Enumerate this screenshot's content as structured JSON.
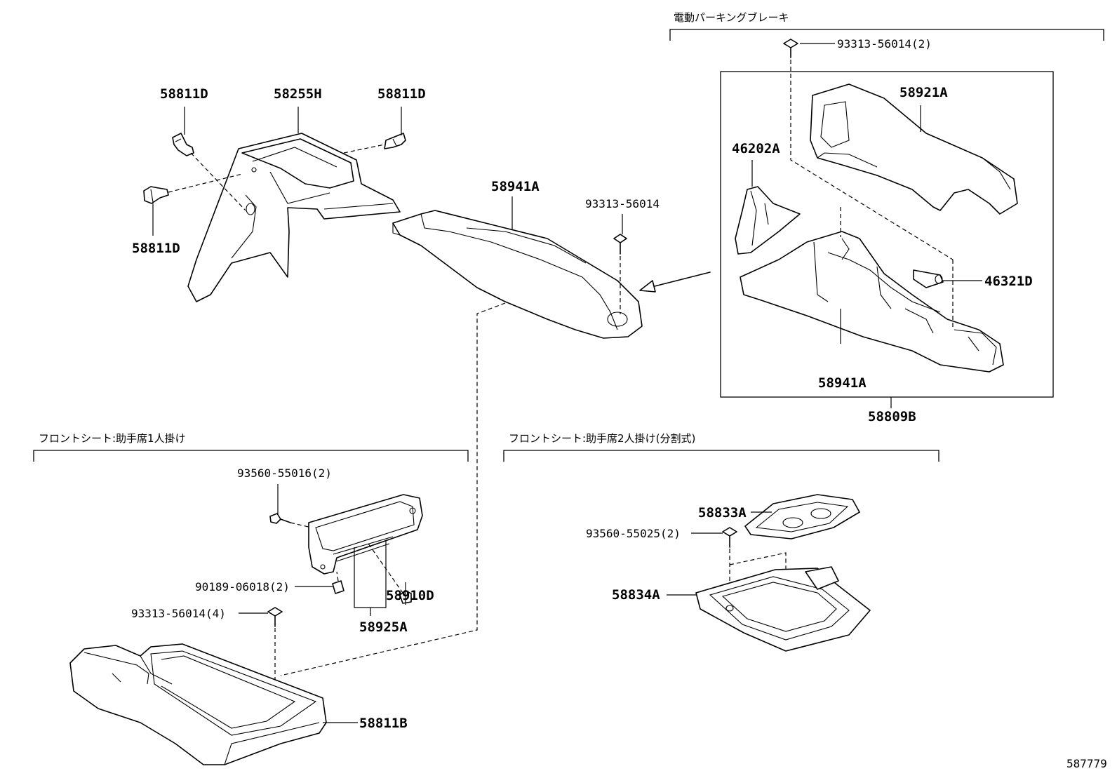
{
  "sections": {
    "electric_parking_brake": "電動パーキングブレーキ",
    "front_seat_single": "フロントシート:助手席1人掛け",
    "front_seat_double": "フロントシート:助手席2人掛け(分割式)"
  },
  "parts": {
    "p58811D_a": "58811D",
    "p58255H": "58255H",
    "p58811D_b": "58811D",
    "p58811D_c": "58811D",
    "p58941A_main": "58941A",
    "p93313_56014": "93313-56014",
    "p93313_56014_2": "93313-56014(2)",
    "p58921A": "58921A",
    "p46202A": "46202A",
    "p46321D": "46321D",
    "p58941A_sub": "58941A",
    "p58809B": "58809B",
    "p93560_55016_2": "93560-55016(2)",
    "p90189_06018_2": "90189-06018(2)",
    "p58910D": "58910D",
    "p93313_56014_4": "93313-56014(4)",
    "p58925A": "58925A",
    "p58811B": "58811B",
    "p58833A": "58833A",
    "p93560_55025_2": "93560-55025(2)",
    "p58834A": "58834A"
  },
  "diagram_ref": "587779"
}
